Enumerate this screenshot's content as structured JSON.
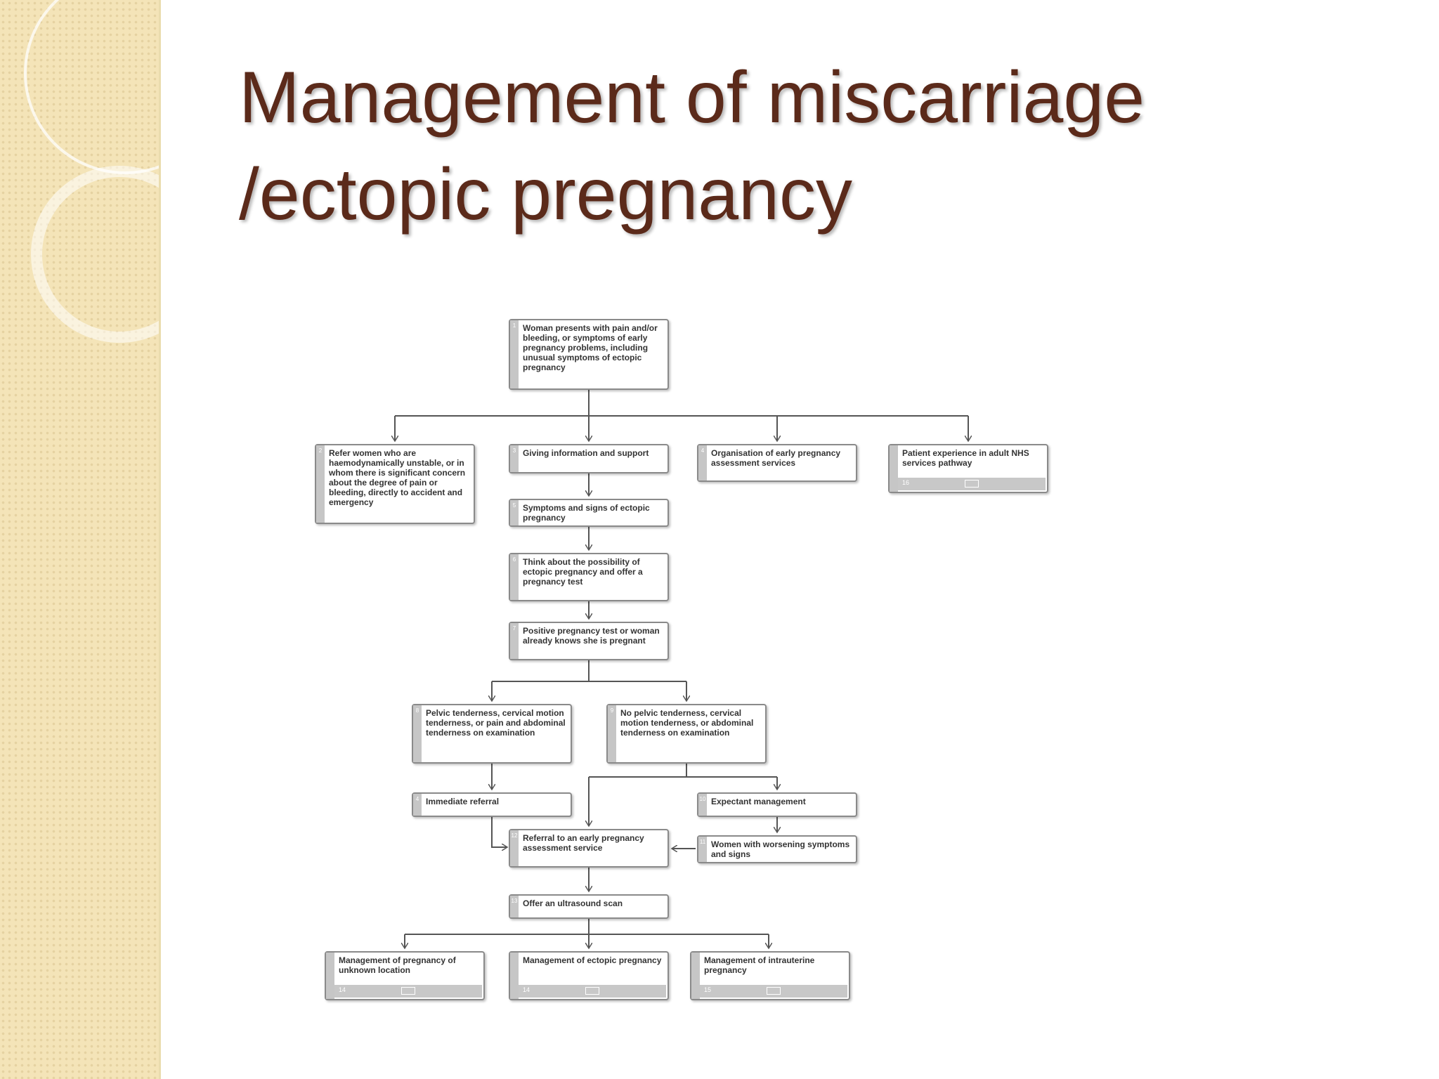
{
  "slide": {
    "title_line1": "Management of miscarriage",
    "title_line2": "/ectopic pregnancy",
    "colors": {
      "title": "#5b2a1a",
      "sidebar": "#f4e4b8",
      "box_border": "#8a8a8a",
      "box_stripe": "#c6c6c6"
    }
  },
  "flowchart": {
    "nodes": [
      {
        "id": "n1",
        "num": "1",
        "text": "Woman presents with pain and/or bleeding, or symptoms of early pregnancy problems, including unusual symptoms of ectopic pregnancy"
      },
      {
        "id": "n2",
        "num": "2",
        "text": "Refer women who are haemodynamically unstable, or in whom there is significant concern about the degree of pain or bleeding, directly to accident and emergency"
      },
      {
        "id": "n3",
        "num": "3",
        "text": "Giving information and support"
      },
      {
        "id": "n4",
        "num": "4",
        "text": "Organisation of early pregnancy assessment services"
      },
      {
        "id": "n5",
        "num": "16",
        "text": "Patient experience in adult NHS services pathway",
        "footer_num": "16"
      },
      {
        "id": "n6",
        "num": "5",
        "text": "Symptoms and signs of ectopic pregnancy"
      },
      {
        "id": "n7",
        "num": "6",
        "text": "Think about the possibility of ectopic pregnancy and offer a pregnancy test"
      },
      {
        "id": "n8",
        "num": "7",
        "text": "Positive pregnancy test or woman already knows she is pregnant"
      },
      {
        "id": "n9",
        "num": "8",
        "text": "Pelvic tenderness, cervical motion tenderness, or pain and abdominal tenderness on examination"
      },
      {
        "id": "n10",
        "num": "9",
        "text": "No pelvic tenderness, cervical motion tenderness, or abdominal tenderness on examination"
      },
      {
        "id": "n11",
        "num": "4",
        "text": "Immediate referral"
      },
      {
        "id": "n12",
        "num": "10",
        "text": "Expectant management"
      },
      {
        "id": "n13",
        "num": "12",
        "text": "Referral to an early pregnancy assessment service"
      },
      {
        "id": "n14",
        "num": "11",
        "text": "Women with worsening symptoms and signs"
      },
      {
        "id": "n15",
        "num": "13",
        "text": "Offer an ultrasound scan"
      },
      {
        "id": "n16",
        "num": "14",
        "text": "Management of pregnancy of unknown location",
        "footer_num": "14"
      },
      {
        "id": "n17",
        "num": "14",
        "text": "Management of ectopic pregnancy",
        "footer_num": "14"
      },
      {
        "id": "n18",
        "num": "15",
        "text": "Management of intrauterine pregnancy",
        "footer_num": "15"
      }
    ]
  }
}
